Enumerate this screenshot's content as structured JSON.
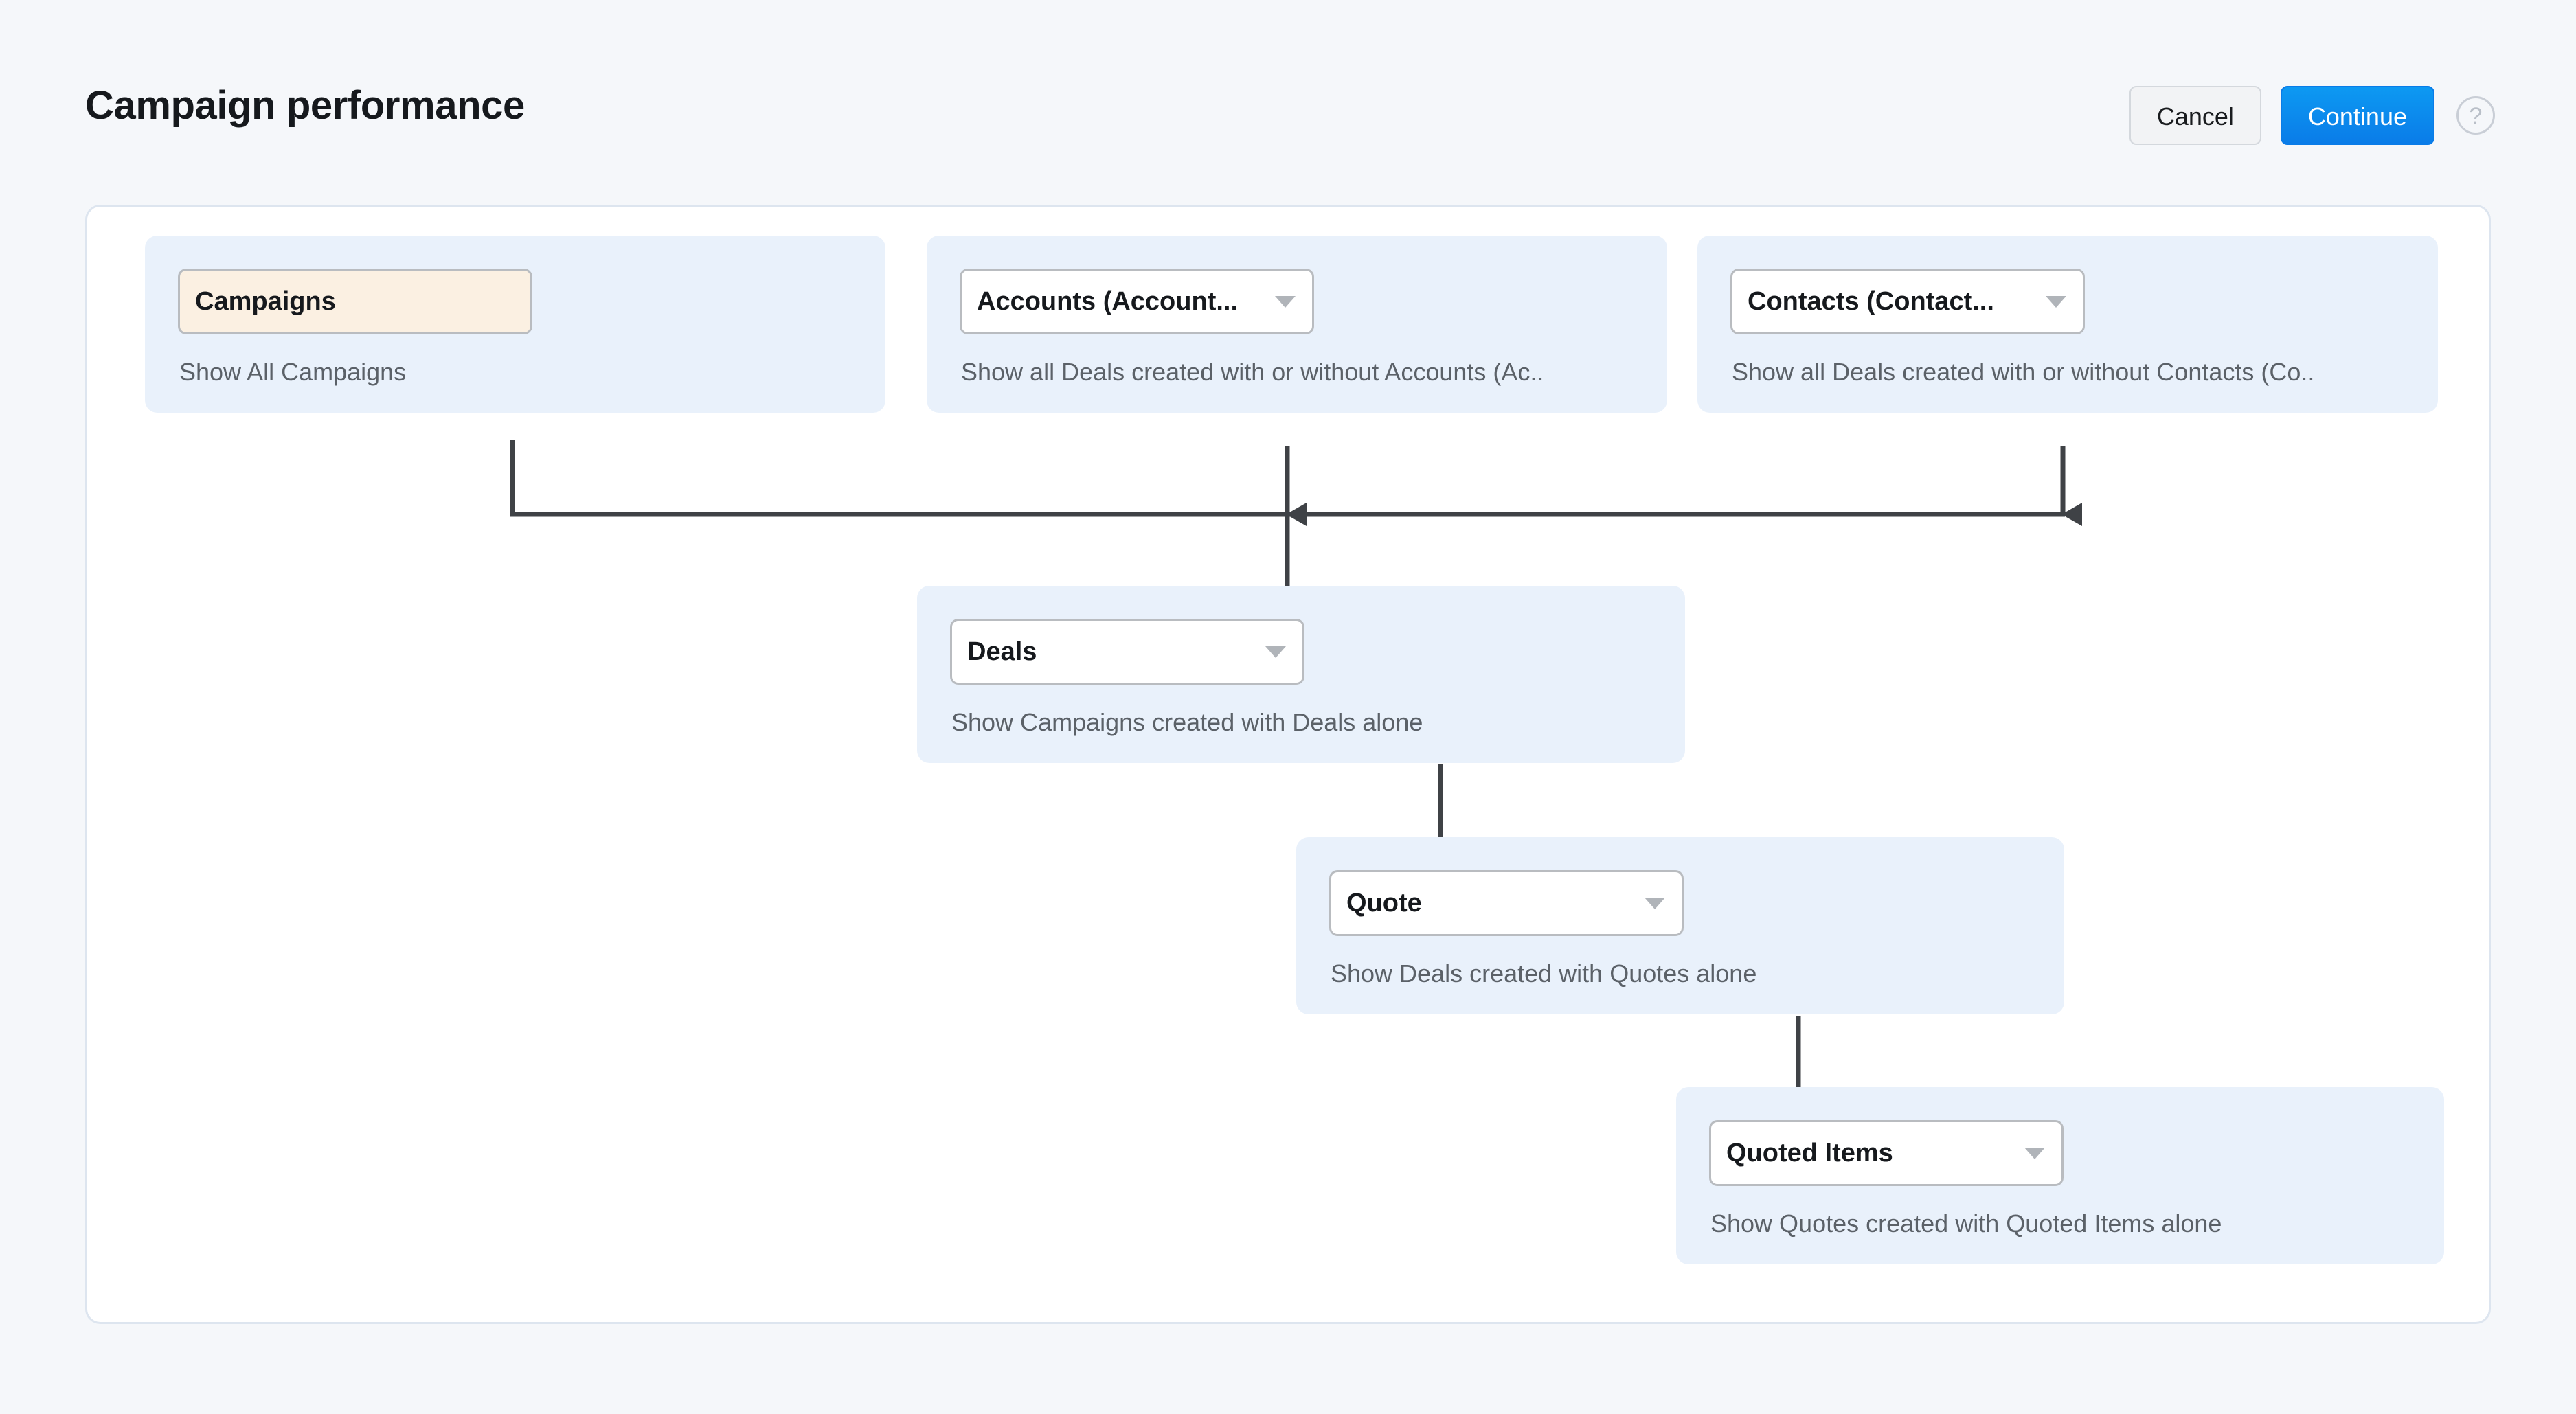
{
  "header": {
    "title": "Campaign performance",
    "cancel_label": "Cancel",
    "continue_label": "Continue",
    "help_glyph": "?",
    "help_icon_name": "help-circle-icon"
  },
  "colors": {
    "page_background": "#f5f7fa",
    "container_background": "#ffffff",
    "container_border": "#dde5ef",
    "card_background": "#e9f1fb",
    "highlight_pill_background": "#fbf0e2",
    "primary_button": "#0d99f2",
    "connector_line": "#3f4246",
    "caption_text": "#5b6168",
    "title_text": "#16191d"
  },
  "nodes": [
    {
      "id": "campaigns",
      "label": "Campaigns",
      "caption": "Show All Campaigns",
      "has_dropdown": false,
      "highlighted": true
    },
    {
      "id": "accounts",
      "label": "Accounts (Account...",
      "caption": "Show all Deals created with or without Accounts (Ac..",
      "has_dropdown": true,
      "highlighted": false
    },
    {
      "id": "contacts",
      "label": "Contacts (Contact...",
      "caption": "Show all Deals created with or without Contacts (Co..",
      "has_dropdown": true,
      "highlighted": false
    },
    {
      "id": "deals",
      "label": "Deals",
      "caption": "Show Campaigns created with Deals alone",
      "has_dropdown": true,
      "highlighted": false
    },
    {
      "id": "quote",
      "label": "Quote",
      "caption": "Show Deals created with Quotes alone",
      "has_dropdown": true,
      "highlighted": false
    },
    {
      "id": "quoted-items",
      "label": "Quoted Items",
      "caption": "Show Quotes created with Quoted Items alone",
      "has_dropdown": true,
      "highlighted": false
    }
  ],
  "connections": [
    {
      "from": "campaigns",
      "to": "accounts"
    },
    {
      "from": "campaigns",
      "to": "contacts"
    },
    {
      "from": "campaigns",
      "to": "deals"
    },
    {
      "from": "deals",
      "to": "quote"
    },
    {
      "from": "quote",
      "to": "quoted-items"
    }
  ]
}
